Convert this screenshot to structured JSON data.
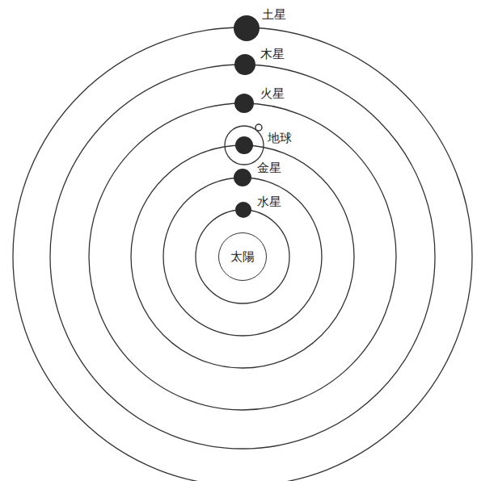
{
  "diagram": {
    "nodes": [
      {
        "text": [
          "太陽"
        ]
      }
    ],
    "labels": [
      "土星",
      "木星",
      "火星",
      "地球",
      "金星",
      "水星"
    ]
  }
}
